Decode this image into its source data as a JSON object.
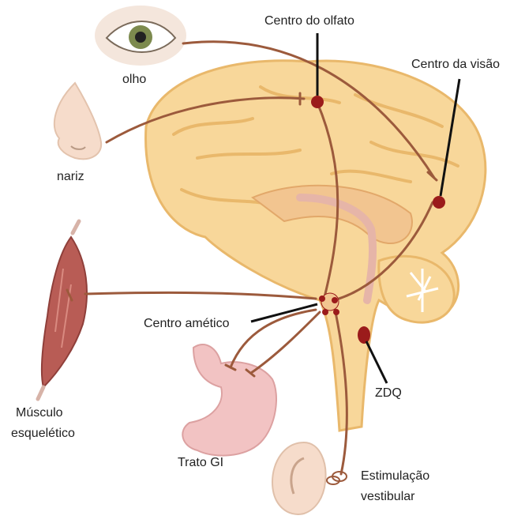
{
  "labels": {
    "olho": "olho",
    "nariz": "nariz",
    "musculo_line1": "Músculo",
    "musculo_line2": "esquelético",
    "centro_olfato": "Centro do olfato",
    "centro_visao": "Centro da visão",
    "centro_ametico": "Centro amético",
    "zdq": "ZDQ",
    "trato_gi": "Trato GI",
    "estimulacao_line1": "Estimulação",
    "estimulacao_line2": "vestibular"
  },
  "colors": {
    "brain_fill": "#f8d79a",
    "brain_fold": "#e9b86b",
    "pathway": "#9c5a3c",
    "center_dot": "#9b1b1b",
    "leader": "#111111",
    "muscle": "#b85c55",
    "stomach": "#f2c3c3",
    "skin": "#f6dccb",
    "iris": "#7c8a4e"
  },
  "icons": [
    "eye-icon",
    "nose-icon",
    "muscle-icon",
    "stomach-icon",
    "ear-icon",
    "brain-icon"
  ]
}
